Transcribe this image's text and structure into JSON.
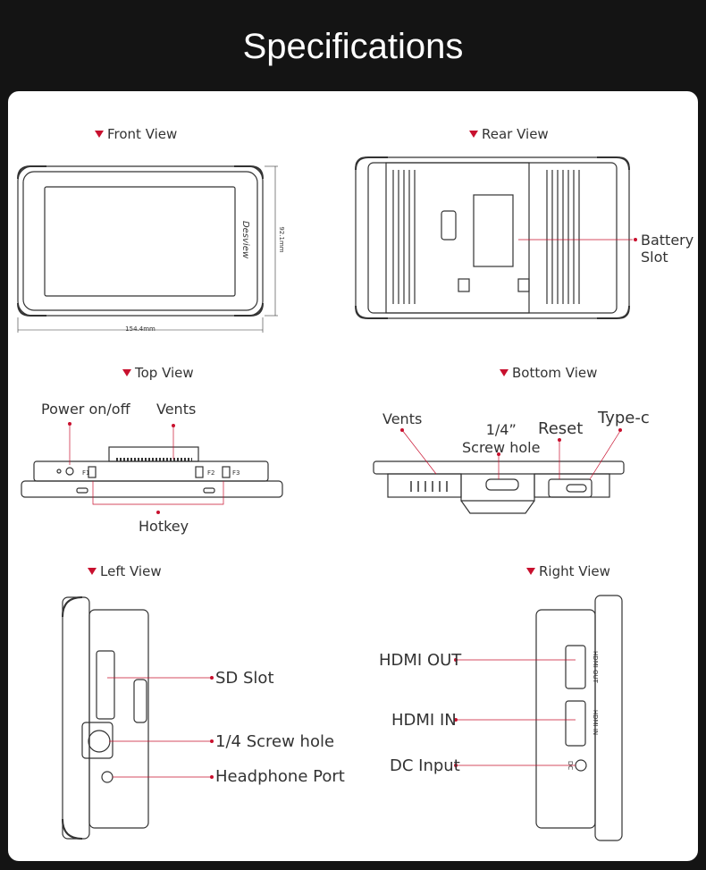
{
  "header": {
    "title": "Specifications"
  },
  "views": {
    "front": {
      "label": "Front View",
      "brand": "Desview",
      "width_dim": "154.4mm",
      "height_dim": "92.1mm"
    },
    "rear": {
      "label": "Rear View",
      "battery_slot": "Battery\nSlot"
    },
    "top": {
      "label": "Top View",
      "power": "Power on/off",
      "vents": "Vents",
      "hotkey": "Hotkey",
      "f1": "F1",
      "f2": "F2",
      "f3": "F3"
    },
    "bottom": {
      "label": "Bottom View",
      "vents": "Vents",
      "screw_hole": "1/4”\nScrew hole",
      "reset": "Reset",
      "typec": "Type-c"
    },
    "left": {
      "label": "Left View",
      "sd_slot": "SD Slot",
      "screw_hole": "1/4 Screw hole",
      "headphone": "Headphone Port"
    },
    "right": {
      "label": "Right View",
      "hdmi_out": "HDMI OUT",
      "hdmi_in": "HDMI IN",
      "dc_input": "DC Input",
      "hdmi_out_mark": "HDMI OUT",
      "hdmi_in_mark": "HDMI IN",
      "dc_mark": "DC"
    }
  },
  "colors": {
    "accent": "#c8102e",
    "background": "#141414",
    "card": "#ffffff"
  }
}
